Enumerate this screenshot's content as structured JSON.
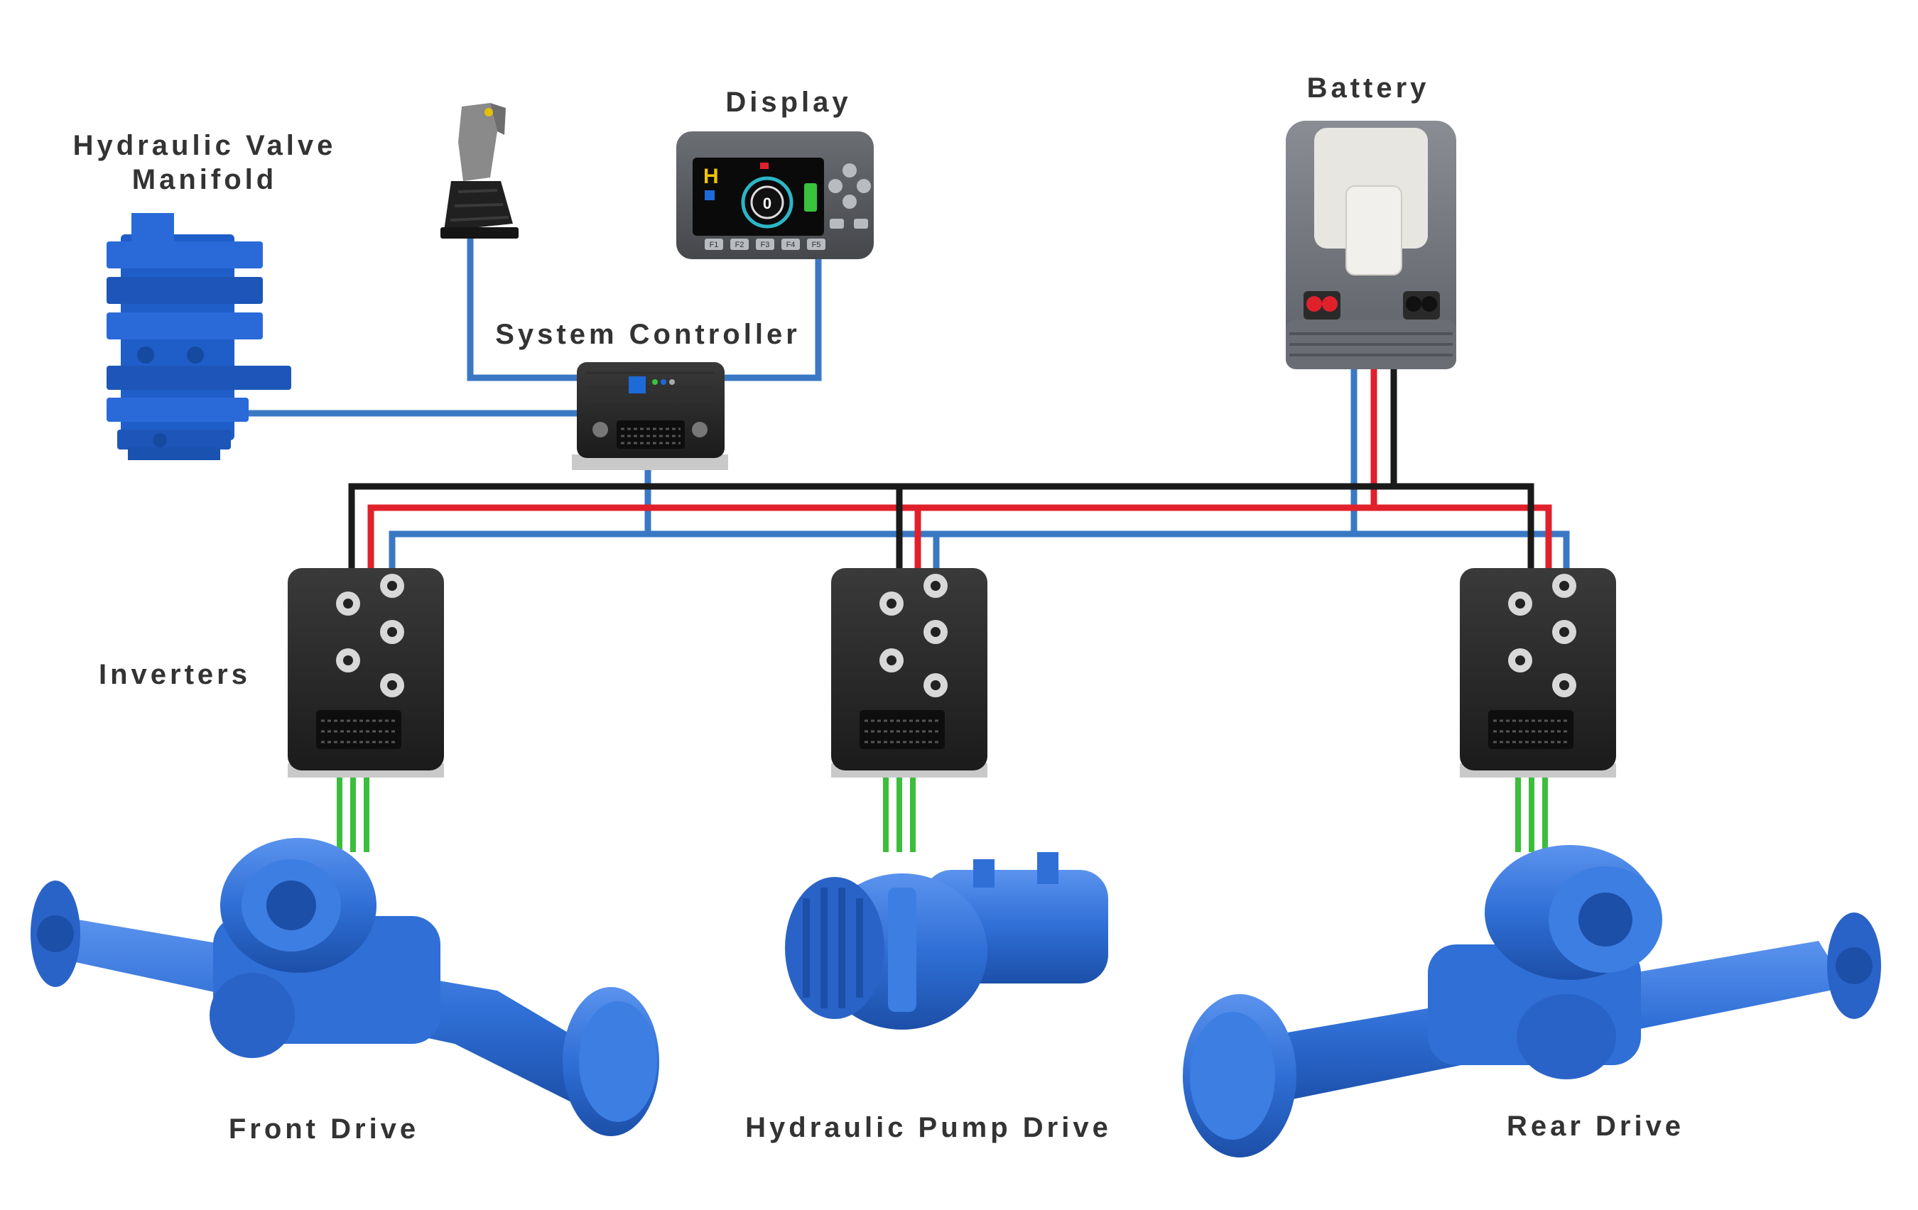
{
  "labels": {
    "manifold_line1": "Hydraulic Valve",
    "manifold_line2": "Manifold",
    "display": "Display",
    "battery": "Battery",
    "system_controller": "System Controller",
    "inverters": "Inverters",
    "front_drive": "Front Drive",
    "pump_drive": "Hydraulic Pump Drive",
    "rear_drive": "Rear Drive"
  },
  "display_screen": {
    "brand_letter": "H",
    "speed_value": "0",
    "function_keys": [
      "F1",
      "F2",
      "F3",
      "F4",
      "F5"
    ]
  },
  "colors": {
    "signal_wire": "#3a78c4",
    "positive_wire": "#e0212b",
    "negative_wire": "#1a1a1a",
    "phase_wire": "#3cbd3c",
    "motor_blue": "#2f6fd6",
    "manifold_blue": "#1f5ec9"
  }
}
